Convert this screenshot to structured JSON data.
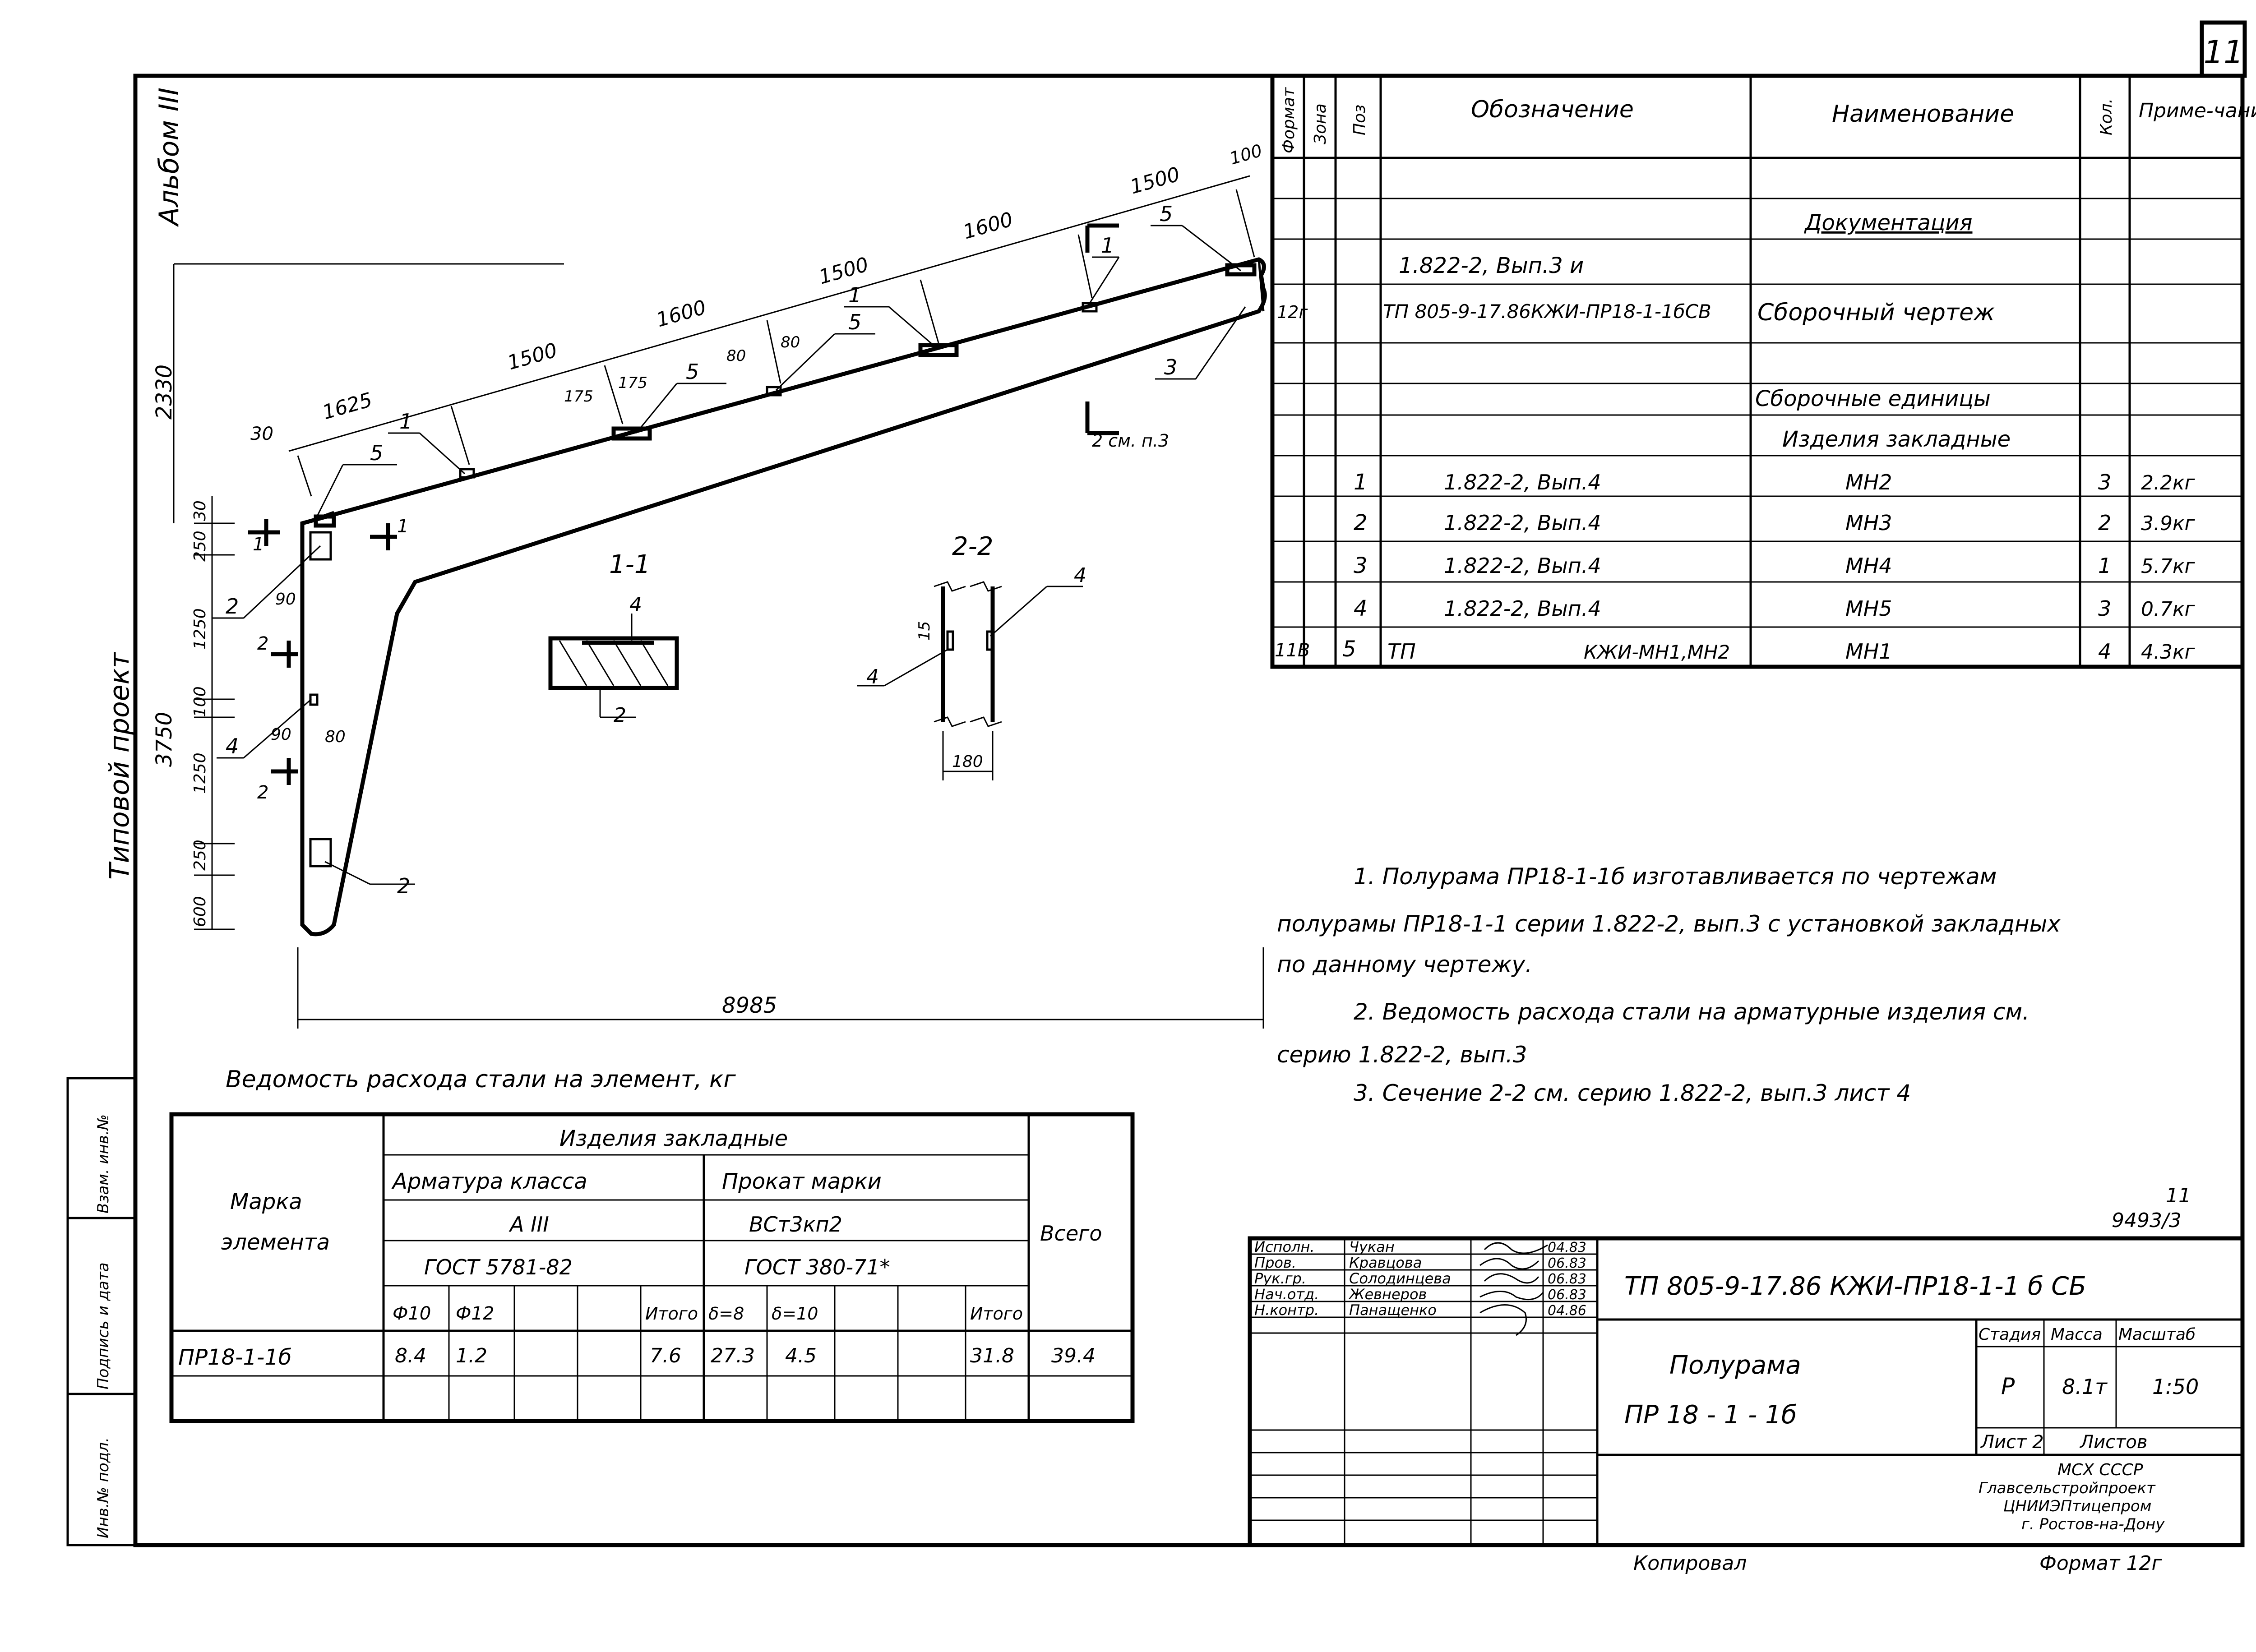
{
  "sheet_number": "11",
  "side_labels": {
    "album": "Альбом III",
    "project": "Типовой проект"
  },
  "stamp_side": [
    "Инв.№ подл.",
    "Подпись и дата",
    "Взам. инв.№"
  ],
  "dims": {
    "height": "2330",
    "side": "3750",
    "base": "8985",
    "segments": [
      "1625",
      "1500",
      "1600",
      "1500",
      "1600",
      "1500"
    ],
    "top_end": "100",
    "left_small": "30",
    "pad1": "175",
    "pad2": "175",
    "pad3": "80",
    "pad4": "80",
    "col": [
      "30",
      "250",
      "1250",
      "100",
      "1250",
      "250",
      "600"
    ],
    "w90a": "90",
    "w90b": "90",
    "w80": "80",
    "sec_dim_15": "15",
    "sec_dim_180": "180"
  },
  "callouts": {
    "c1": "1",
    "c2": "1",
    "c3": "1",
    "c4": "1",
    "c5": "5",
    "c6": "5",
    "c7": "5",
    "c8": "5",
    "c3b": "3",
    "c2a": "2",
    "c2b": "2",
    "c4a": "4",
    "cut11a": "1",
    "cut11b": "1",
    "cut2a": "2",
    "cut2b": "2",
    "see": "2 см. п.3"
  },
  "sections": {
    "s11": "1-1",
    "s22": "2-2",
    "s11_label_top": "4",
    "s11_label_bot": "2",
    "s22_label_left": "4",
    "s22_label_right": "4"
  },
  "spec": {
    "headers": [
      "Формат",
      "Зона",
      "Поз",
      "Обозначение",
      "Наименование",
      "Кол.",
      "Приме-чание"
    ],
    "section_docs": "Документация",
    "doc_row1": "1.822-2, Вып.3   и",
    "doc_row2_fmt": "12г",
    "doc_row2_code": "ТП 805-9-17.86КЖИ-ПР18-1-1бСВ",
    "doc_row2_name": "Сборочный чертеж",
    "section_units": "Сборочные единицы",
    "section_embedded": "Изделия закладные",
    "rows": [
      {
        "fmt": "",
        "pos": "1",
        "code": "1.822-2, Вып.4",
        "name": "МН2",
        "qty": "3",
        "note": "2.2кг"
      },
      {
        "fmt": "",
        "pos": "2",
        "code": "1.822-2, Вып.4",
        "name": "МН3",
        "qty": "2",
        "note": "3.9кг"
      },
      {
        "fmt": "",
        "pos": "3",
        "code": "1.822-2, Вып.4",
        "name": "МН4",
        "qty": "1",
        "note": "5.7кг"
      },
      {
        "fmt": "",
        "pos": "4",
        "code": "1.822-2, Вып.4",
        "name": "МН5",
        "qty": "3",
        "note": "0.7кг"
      },
      {
        "fmt": "11В",
        "pos": "5",
        "code": "ТП",
        "code2": "КЖИ-МН1,МН2",
        "name": "МН1",
        "qty": "4",
        "note": "4.3кг"
      }
    ]
  },
  "notes": [
    "1. Полурама ПР18-1-1б изготавливается по чертежам",
    "полурамы ПР18-1-1 серии  1.822-2, вып.3 с установкой закладных",
    "по данному  чертежу.",
    "2. Ведомость расхода стали на арматурные изделия  см.",
    "серию  1.822-2, вып.3",
    "3. Сечение 2-2 см. серию  1.822-2, вып.3  лист 4"
  ],
  "steel_table": {
    "caption": "Ведомость расхода стали на элемент, кг",
    "h_mark": "Марка",
    "h_mark2": "элемента",
    "h_group": "Изделия закладные",
    "h_rebar": "Арматура класса",
    "h_rebar_class": "А III",
    "h_rebar_gost": "ГОСТ 5781-82",
    "h_roll": "Прокат марки",
    "h_roll_grade": "ВСт3кп2",
    "h_roll_gost": "ГОСТ 380-71*",
    "h_total": "Всего",
    "sub": [
      "Ф10",
      "Ф12",
      "",
      "",
      "Итого",
      "δ=8",
      "δ=10",
      "",
      "",
      "Итого"
    ],
    "row": {
      "mark": "ПР18-1-1б",
      "v": [
        "8.4",
        "1.2",
        "",
        "",
        "7.6",
        "27.3",
        "4.5",
        "",
        "",
        "31.8"
      ],
      "total": "39.4"
    }
  },
  "title_block": {
    "sheet_ref_top": "11",
    "sheet_ref_code": "9493/3",
    "people": [
      {
        "role": "Исполн.",
        "name": "Чукан",
        "date": "04.83"
      },
      {
        "role": "Пров.",
        "name": "Кравцова",
        "date": "06.83"
      },
      {
        "role": "Рук.гр.",
        "name": "Солодинцева",
        "date": "06.83"
      },
      {
        "role": "Нач.отд.",
        "name": "Жевнеров",
        "date": "06.83"
      },
      {
        "role": "Н.контр.",
        "name": "Панащенко",
        "date": "04.86"
      }
    ],
    "doc_code": "ТП 805-9-17.86 КЖИ-ПР18-1-1 б СБ",
    "title1": "Полурама",
    "title2": "ПР 18 - 1 - 1б",
    "h_stage": "Стадия",
    "h_mass": "Масса",
    "h_scale": "Масштаб",
    "stage": "Р",
    "mass": "8.1т",
    "scale": "1:50",
    "sheet": "Лист 2",
    "sheets": "Листов",
    "org1": "МСХ СССР",
    "org2": "Главсельстройпроект",
    "org3": "ЦНИИЭПтицепром",
    "org4": "г. Ростов-на-Дону"
  },
  "footer": {
    "copied": "Копировал",
    "format": "Формат 12г"
  }
}
